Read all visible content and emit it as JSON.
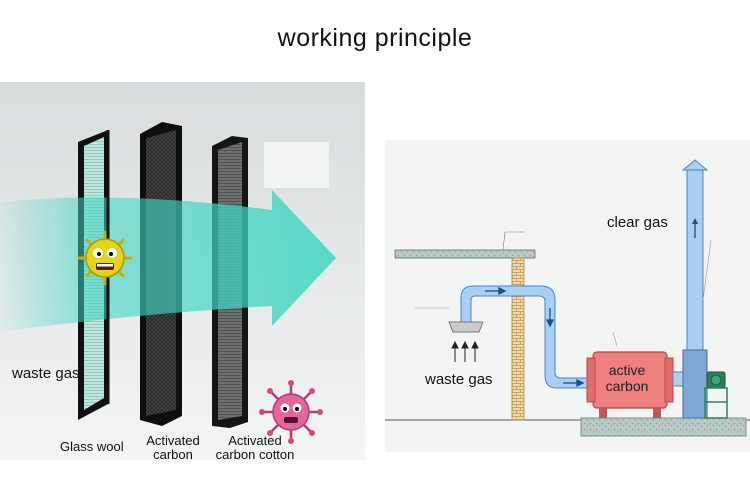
{
  "title": "working  principle",
  "left_diagram": {
    "labels": {
      "waste_gas": "waste  gas",
      "glass_wool": "Glass  wool",
      "activated_carbon": "Activated\ncarbon",
      "activated_carbon_cotton": "Activated\ncarbon  cotton"
    }
  },
  "right_diagram": {
    "labels": {
      "clear_gas": "clear  gas",
      "waste_gas": "waste  gas",
      "active_carbon": "active\ncarbon"
    }
  },
  "colors": {
    "airflow": "#3fd6c2",
    "duct": "#a9cff2",
    "carbon_unit": "#f07f80",
    "ground": "#b9c9c4"
  }
}
